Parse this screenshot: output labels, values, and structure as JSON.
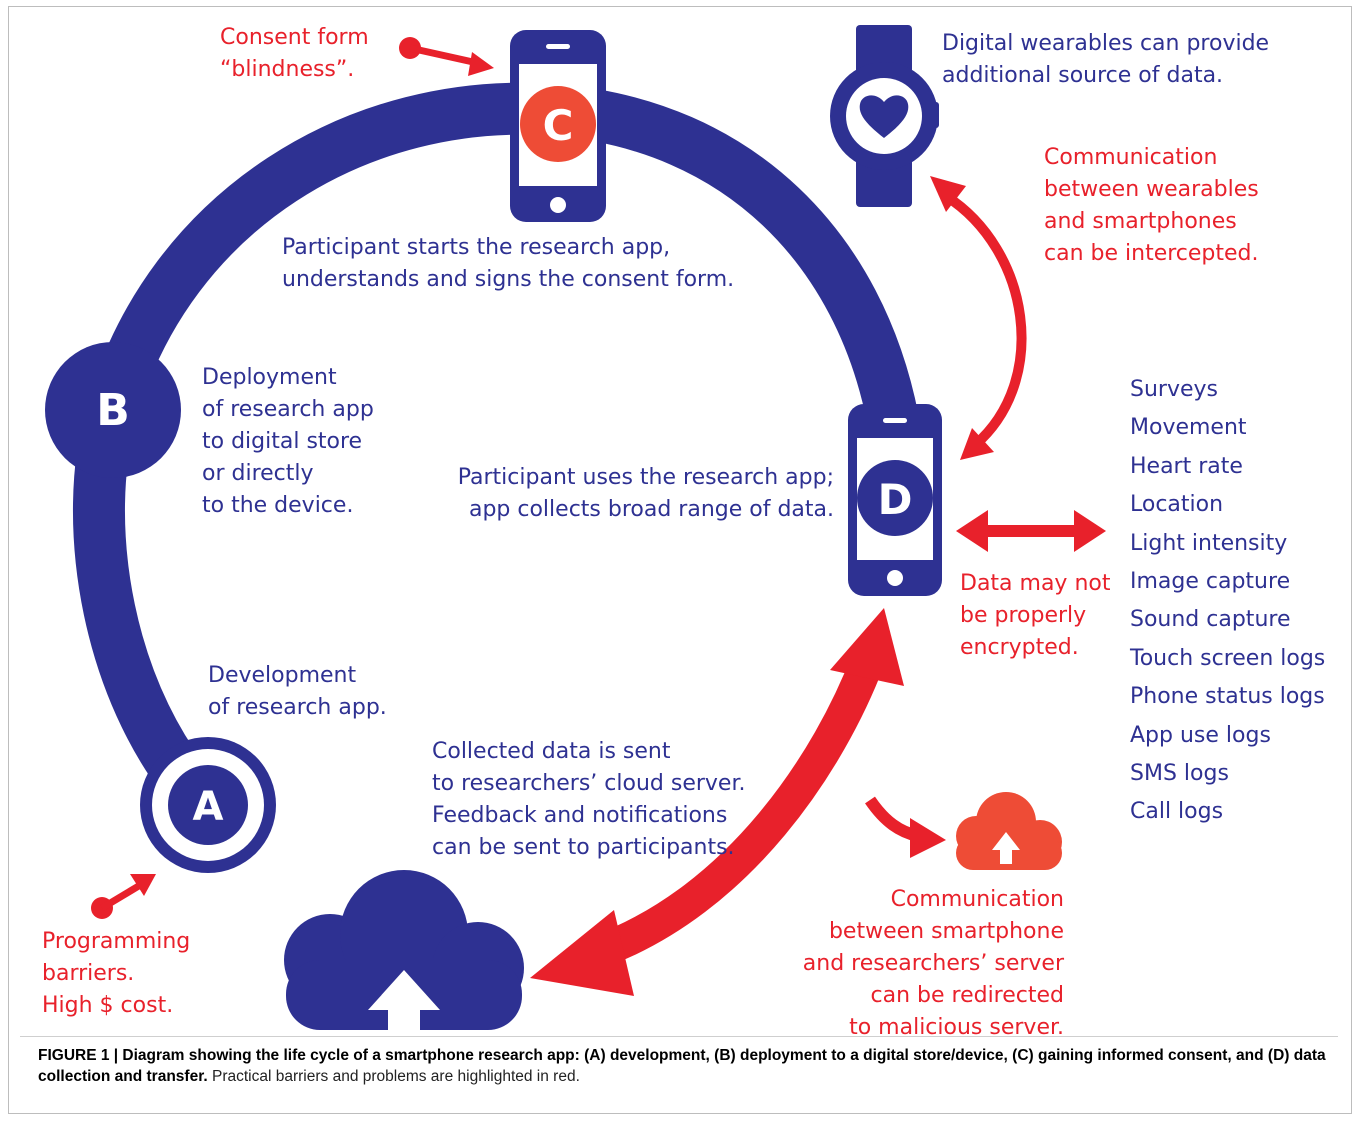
{
  "colors": {
    "primary_blue": "#2e3192",
    "alert_red": "#e8212b",
    "circle_red": "#ee4c36"
  },
  "icons": [
    "smartphone-icon",
    "smartwatch-icon",
    "heart-icon",
    "cloud-upload-icon",
    "arrow-icon",
    "double-arrow-icon"
  ],
  "stages": {
    "a": {
      "letter": "A",
      "text": [
        "Development",
        "of research app."
      ]
    },
    "b": {
      "letter": "B",
      "text": [
        "Deployment",
        "of research app",
        "to digital store",
        "or directly",
        "to the device."
      ]
    },
    "c": {
      "letter": "C",
      "text": [
        "Participant starts the research app,",
        "understands and signs the consent form."
      ]
    },
    "d": {
      "letter": "D",
      "text": [
        "Participant uses the research app;",
        "app collects broad range of data."
      ]
    }
  },
  "wearables": {
    "text": [
      "Digital wearables can provide",
      "additional source of data."
    ]
  },
  "cloud": {
    "text": [
      "Collected data is sent",
      "to researchers’ cloud server.",
      "Feedback and notifications",
      "can be sent to participants."
    ]
  },
  "problems": {
    "consent": [
      "Consent form",
      "“blindness”."
    ],
    "programming": [
      "Programming",
      "barriers.",
      "High $ cost."
    ],
    "wearable_comm": [
      "Communication",
      "between wearables",
      "and smartphones",
      "can be intercepted."
    ],
    "encryption": [
      "Data may not",
      "be properly",
      "encrypted."
    ],
    "server_comm": [
      "Communication",
      "between smartphone",
      "and researchers’ server",
      "can be redirected",
      "to malicious server."
    ]
  },
  "data_types": [
    "Surveys",
    "Movement",
    "Heart rate",
    "Location",
    "Light intensity",
    "Image capture",
    "Sound capture",
    "Touch screen logs",
    "Phone status logs",
    "App use logs",
    "SMS logs",
    "Call logs"
  ],
  "caption": {
    "bold": "FIGURE 1 | Diagram showing the life cycle of a smartphone research app: (A) development, (B) deployment to a digital store/device, (C) gaining informed consent, and (D) data collection and transfer.",
    "normal": " Practical barriers and problems are highlighted in red."
  }
}
